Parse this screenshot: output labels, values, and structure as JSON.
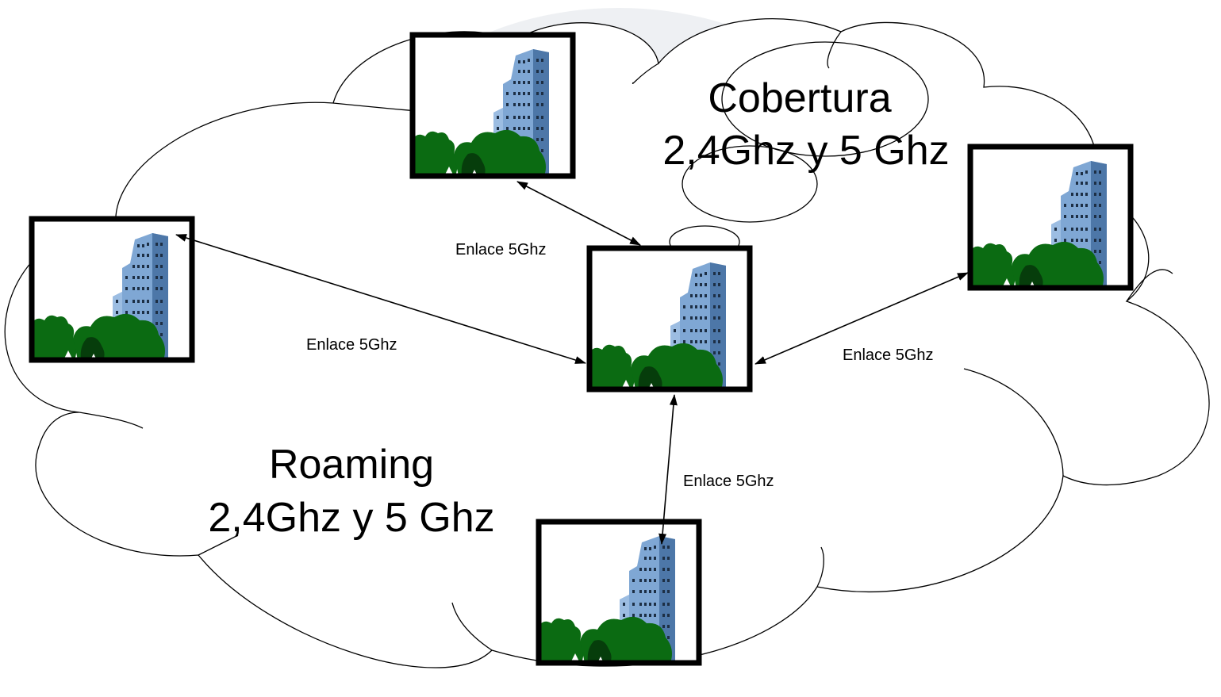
{
  "diagram": {
    "title_coverage": [
      "Cobertura",
      "2,4Ghz y 5 Ghz"
    ],
    "title_roaming": [
      "Roaming",
      "2,4Ghz y 5 Ghz"
    ],
    "links": [
      {
        "id": "top",
        "label": "Enlace 5Ghz"
      },
      {
        "id": "left",
        "label": "Enlace 5Ghz"
      },
      {
        "id": "right",
        "label": "Enlace 5Ghz"
      },
      {
        "id": "bottom",
        "label": "Enlace 5Ghz"
      }
    ],
    "nodes": [
      "top",
      "left",
      "center",
      "right",
      "bottom"
    ],
    "colors": {
      "building": "#7fa7d4",
      "building_dark": "#4d77a8",
      "window": "#1d2f45",
      "tree": "#0b6b12",
      "tree_dark": "#063d0b",
      "sky": "#ffffff",
      "watermark": "#eef0f3"
    }
  }
}
